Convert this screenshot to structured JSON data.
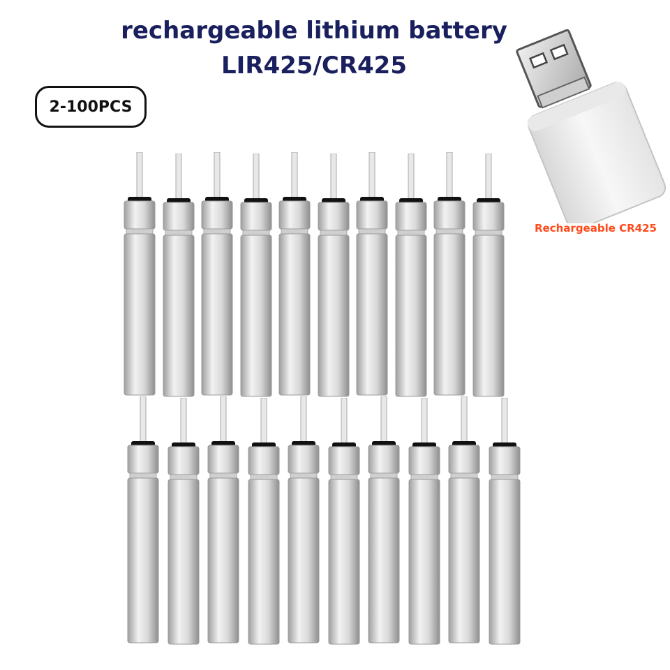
{
  "header": {
    "title_line1": "rechargeable lithium battery",
    "title_line2": "LIR425/CR425"
  },
  "badge": {
    "label": "2-100PCS"
  },
  "charger": {
    "caption": "Rechargeable CR425",
    "caption_color": "#ff4a1a",
    "icon": "usb-charger-icon"
  },
  "colors": {
    "title": "#1a1f5e",
    "battery_body": "#c9c9c9",
    "battery_cap": "#111111"
  },
  "batteries": {
    "rows": 2,
    "per_row": 10,
    "icon": "battery-icon"
  }
}
